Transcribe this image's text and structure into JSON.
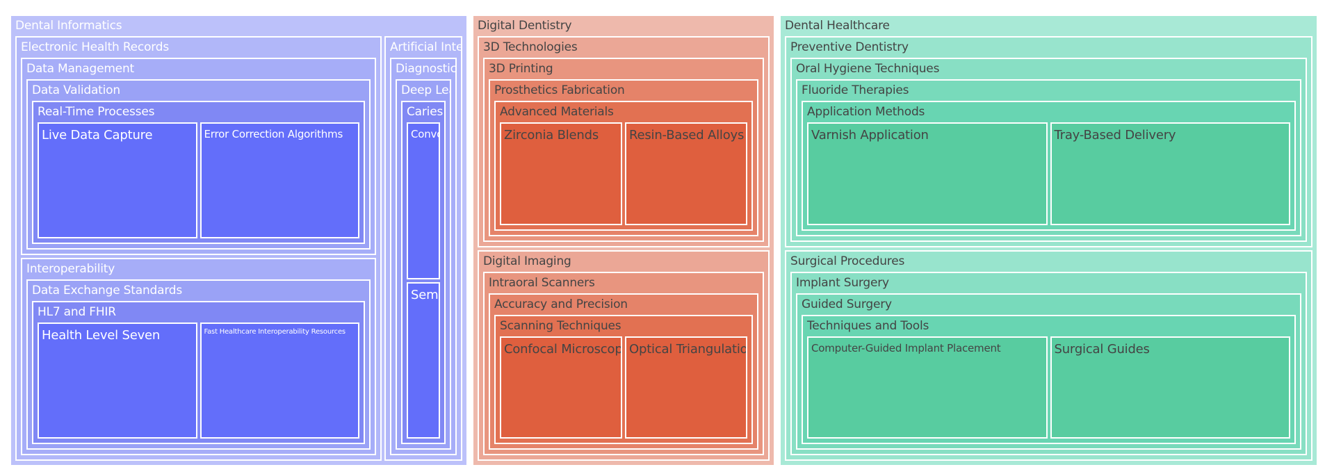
{
  "chart_data": {
    "type": "treemap",
    "title": "",
    "colors": {
      "Dental Informatics": [
        "#bcc1fa",
        "#b1b7f9",
        "#a6adf8",
        "#9aa2f6",
        "#8088f4",
        "#636efa"
      ],
      "Digital Dentistry": [
        "#eeb9ac",
        "#eba796",
        "#e8957f",
        "#e58369",
        "#e27152",
        "#df5f3e"
      ],
      "Dental Healthcare": [
        "#a8e9d6",
        "#98e4cd",
        "#88dfc4",
        "#78dabb",
        "#68d5b2",
        "#58cca0"
      ]
    },
    "tree": [
      {
        "name": "Dental Informatics",
        "children": [
          {
            "name": "Electronic Health Records",
            "children": [
              {
                "name": "Data Management",
                "children": [
                  {
                    "name": "Data Validation",
                    "children": [
                      {
                        "name": "Real-Time Processes",
                        "children": [
                          {
                            "name": "Live Data Capture",
                            "value": 1
                          },
                          {
                            "name": "Error Correction Algorithms",
                            "value": 1
                          }
                        ]
                      }
                    ]
                  }
                ]
              },
              {
                "name": "Interoperability",
                "children": [
                  {
                    "name": "Data Exchange Standards",
                    "children": [
                      {
                        "name": "HL7 and FHIR",
                        "children": [
                          {
                            "name": "Health Level Seven",
                            "value": 1
                          },
                          {
                            "name": "Fast Healthcare Interoperability Resources",
                            "value": 1
                          }
                        ]
                      }
                    ]
                  }
                ]
              }
            ]
          },
          {
            "name": "Artificial Intelligence",
            "children": [
              {
                "name": "Diagnostic Tools",
                "children": [
                  {
                    "name": "Deep Learning Models",
                    "children": [
                      {
                        "name": "Caries Detection",
                        "children": [
                          {
                            "name": "Convolutional Neural Networks",
                            "value": 1
                          },
                          {
                            "name": "Semantic Segmentation",
                            "value": 1
                          }
                        ]
                      }
                    ]
                  }
                ]
              }
            ]
          }
        ]
      },
      {
        "name": "Digital Dentistry",
        "children": [
          {
            "name": "3D Technologies",
            "children": [
              {
                "name": "3D Printing",
                "children": [
                  {
                    "name": "Prosthetics Fabrication",
                    "children": [
                      {
                        "name": "Advanced Materials",
                        "children": [
                          {
                            "name": "Zirconia Blends",
                            "value": 1
                          },
                          {
                            "name": "Resin-Based Alloys",
                            "value": 1
                          }
                        ]
                      }
                    ]
                  }
                ]
              }
            ]
          },
          {
            "name": "Digital Imaging",
            "children": [
              {
                "name": "Intraoral Scanners",
                "children": [
                  {
                    "name": "Accuracy and Precision",
                    "children": [
                      {
                        "name": "Scanning Techniques",
                        "children": [
                          {
                            "name": "Confocal Microscopy",
                            "value": 1
                          },
                          {
                            "name": "Optical Triangulation",
                            "value": 1
                          }
                        ]
                      }
                    ]
                  }
                ]
              }
            ]
          }
        ]
      },
      {
        "name": "Dental Healthcare",
        "children": [
          {
            "name": "Preventive Dentistry",
            "children": [
              {
                "name": "Oral Hygiene Techniques",
                "children": [
                  {
                    "name": "Fluoride Therapies",
                    "children": [
                      {
                        "name": "Application Methods",
                        "children": [
                          {
                            "name": "Varnish Application",
                            "value": 1
                          },
                          {
                            "name": "Tray-Based Delivery",
                            "value": 1
                          }
                        ]
                      }
                    ]
                  }
                ]
              }
            ]
          },
          {
            "name": "Surgical Procedures",
            "children": [
              {
                "name": "Implant Surgery",
                "children": [
                  {
                    "name": "Guided Surgery",
                    "children": [
                      {
                        "name": "Techniques and Tools",
                        "children": [
                          {
                            "name": "Computer-Guided Implant Placement",
                            "value": 1
                          },
                          {
                            "name": "Surgical Guides",
                            "value": 1
                          }
                        ]
                      }
                    ]
                  }
                ]
              }
            ]
          }
        ]
      }
    ]
  }
}
